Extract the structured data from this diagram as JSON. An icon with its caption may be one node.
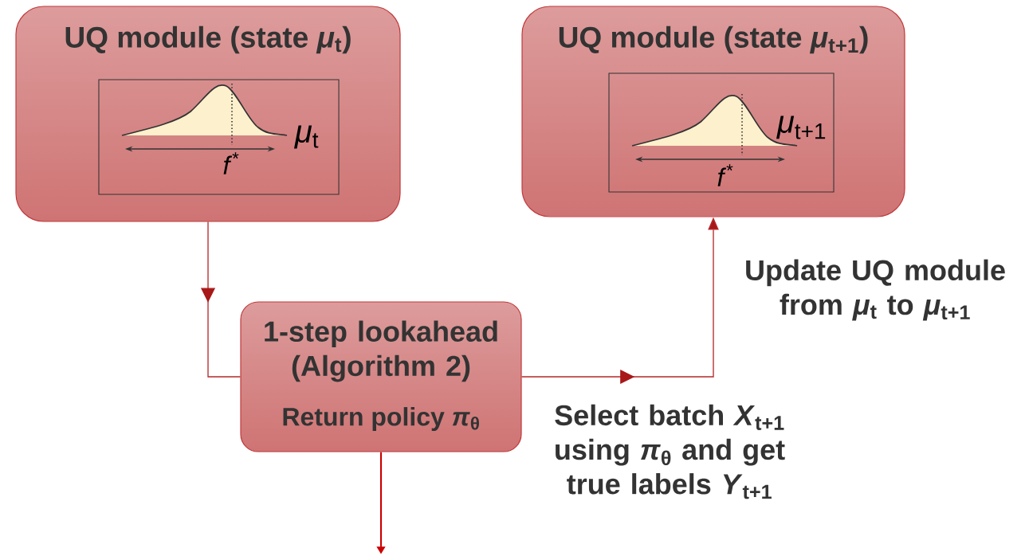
{
  "diagram": {
    "nodes": [
      {
        "text": [
          "UQ module (state *μ*$_{t}$)"
        ]
      },
      {
        "text": [
          "*μ*$_{t}$",
          "*f*$^{*}$"
        ],
        "in": 0
      },
      {
        "text": [
          "UQ module (state *μ*$_{t+1}$)"
        ]
      },
      {
        "text": [
          "*μ*$_{t+1}$",
          "*f*$^{*}$"
        ],
        "in": 2
      },
      {
        "text": [
          "1-step lookahead (Algorithm 2)",
          "Return policy *π*$_{θ}$"
        ]
      }
    ],
    "edges": [
      {
        "from": 0,
        "to": 4,
        "arrow": "to"
      },
      {
        "from": 4,
        "to": 2,
        "arrow": "to",
        "label": "Select batch *X*$_{t+1}$ using *π*$_{θ}$ and get true labels *Y*$_{t+1}$"
      },
      {
        "from": 4,
        "to": null,
        "arrow": "to",
        "color": "#cc0000"
      }
    ],
    "labels": [
      "Update UQ module from *μ*$_{t}$ to *μ*$_{t+1}$"
    ]
  }
}
